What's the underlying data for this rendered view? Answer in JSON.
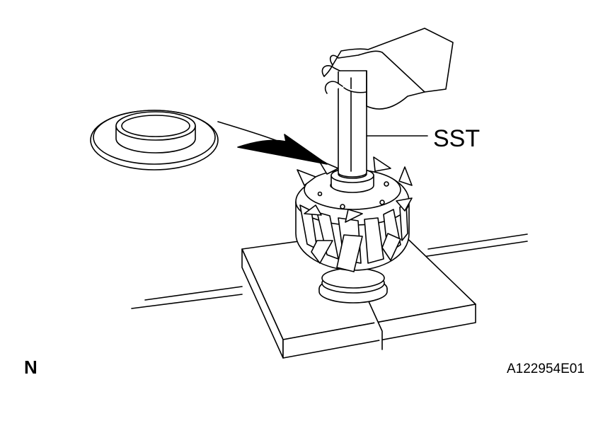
{
  "labels": {
    "tool": "SST",
    "view_code": "N",
    "figure_id": "A122954E01"
  },
  "colors": {
    "line": "#000000",
    "background": "#ffffff"
  }
}
